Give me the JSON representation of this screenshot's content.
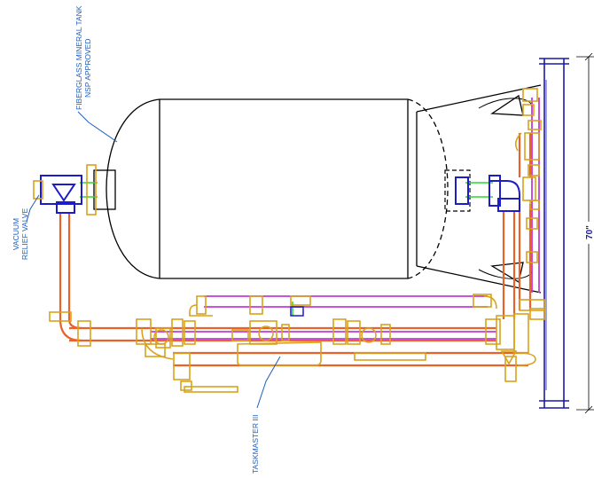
{
  "labels": {
    "tank_line1": "FIBERGLASS MINERAL TANK",
    "tank_line2": "NSP APPROVED",
    "valve_line1": "VACUUM",
    "valve_line2": "RELIEF VALVE",
    "controller": "TASKMASTER III",
    "dimension": "70\""
  },
  "colors": {
    "outline": "#000000",
    "pipe_orange": "#e8622a",
    "fitting_gold": "#d9a21c",
    "pipe_magenta": "#c23ad8",
    "valve_blue": "#1c1cc8",
    "pipe_green": "#2ad82a",
    "frame_blue": "#1a1aa8",
    "label_blue": "#1f5fbf"
  }
}
